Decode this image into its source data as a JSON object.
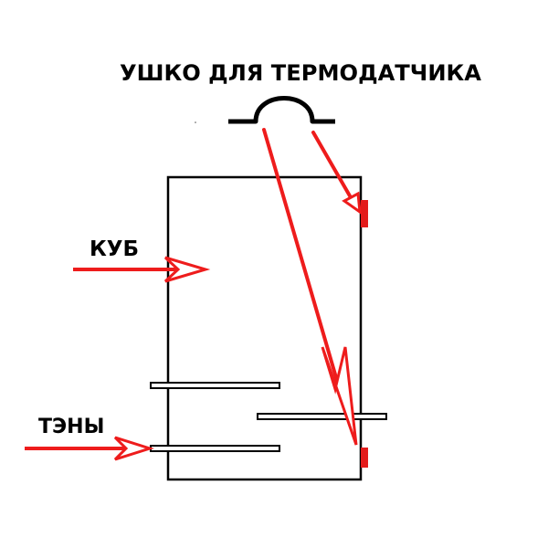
{
  "labels": {
    "sensor_lug": "УШКО ДЛЯ ТЕРМОДАТЧИКА",
    "cube": "КУБ",
    "heaters": "ТЭНЫ"
  },
  "colors": {
    "arrow": "#ee1c1c",
    "outline": "#000000",
    "mount": "#e31b1b",
    "background": "#ffffff"
  }
}
